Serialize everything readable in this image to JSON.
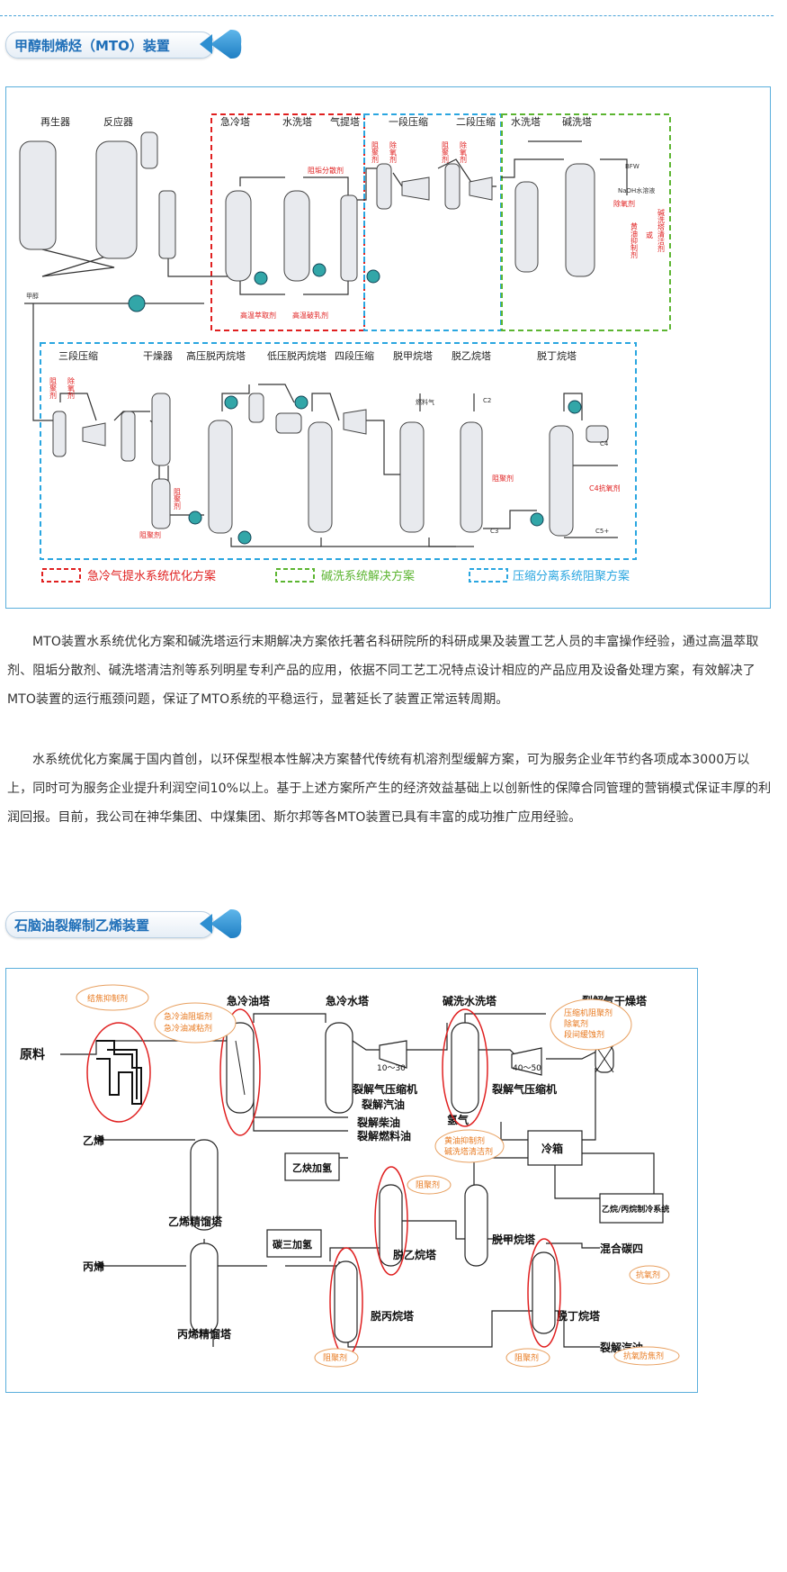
{
  "section1": {
    "title": "甲醇制烯烃（MTO）装置",
    "diagram": {
      "top_labels": [
        "再生器",
        "反应器",
        "急冷塔",
        "水洗塔",
        "气提塔",
        "一段压缩",
        "二段压缩",
        "水洗塔",
        "碱洗塔"
      ],
      "bottom_labels": [
        "三段压缩",
        "干燥器",
        "高压脱丙烷塔",
        "低压脱丙烷塔",
        "四段压缩",
        "脱甲烷塔",
        "脱乙烷塔",
        "脱丁烷塔"
      ],
      "red_notes": [
        "阻垢分散剂",
        "高温萃取剂",
        "高温破乳剂",
        "阻聚剂",
        "除氧剂",
        "阻聚剂",
        "除氧剂",
        "除氧剂",
        "黄油抑制剂",
        "或",
        "碱洗塔清洁剂",
        "阻聚剂",
        "除氧剂",
        "阻聚剂",
        "阻聚剂",
        "阻聚剂",
        "C4抗氧剂"
      ],
      "small_labels": [
        "甲醇",
        "BFW",
        "NaOH水溶液",
        "燃料气",
        "C2",
        "C3",
        "C4",
        "C5+"
      ],
      "legend": [
        "急冷气提水系统优化方案",
        "碱洗系统解决方案",
        "压缩分离系统阻聚方案"
      ]
    }
  },
  "paragraphs": [
    "MTO装置水系统优化方案和碱洗塔运行末期解决方案依托著名科研院所的科研成果及装置工艺人员的丰富操作经验，通过高温萃取剂、阻垢分散剂、碱洗塔清洁剂等系列明星专利产品的应用，依据不同工艺工况特点设计相应的产品应用及设备处理方案，有效解决了MTO装置的运行瓶颈问题，保证了MTO系统的平稳运行，显著延长了装置正常运转周期。",
    "水系统优化方案属于国内首创，以环保型根本性解决方案替代传统有机溶剂型缓解方案，可为服务企业年节约各项成本3000万以上，同时可为服务企业提升利润空间10%以上。基于上述方案所产生的经济效益基础上以创新性的保障合同管理的营销模式保证丰厚的利润回报。目前，我公司在神华集团、中煤集团、斯尔邦等各MTO装置已具有丰富的成功推广应用经验。"
  ],
  "section2": {
    "title": "石脑油裂解制乙烯装置",
    "diagram": {
      "labels": [
        "急冷油塔",
        "急冷水塔",
        "碱洗水洗塔",
        "裂解气干燥塔",
        "原料",
        "10～30",
        "裂解气压缩机",
        "40～50",
        "裂解气压缩机",
        "裂解汽油",
        "裂解柴油",
        "裂解燃料油",
        "氢气",
        "冷箱",
        "乙烯",
        "乙炔加氢",
        "乙烯精馏塔",
        "乙烷/丙烷制冷系统",
        "脱甲烷塔",
        "混合碳四",
        "碳三加氢",
        "脱乙烷塔",
        "丙烯",
        "脱丙烷塔",
        "丙烯精馏塔",
        "脱丁烷塔",
        "裂解汽油"
      ],
      "bubbles": [
        "结焦抑制剂",
        "急冷油阻垢剂",
        "急冷油减粘剂",
        "压缩机阻聚剂",
        "除氧剂",
        "段间缓蚀剂",
        "黄油抑制剂",
        "碱洗塔清洁剂",
        "阻聚剂",
        "抗氧剂",
        "阻聚剂",
        "阻聚剂",
        "抗氧防焦剂"
      ]
    }
  }
}
